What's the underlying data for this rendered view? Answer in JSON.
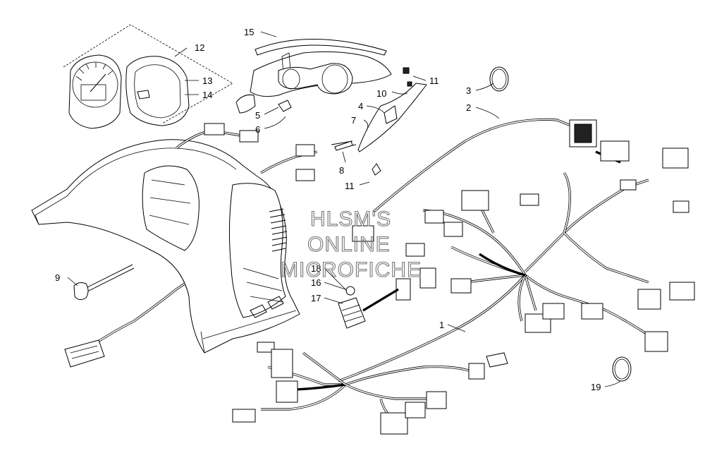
{
  "diagram": {
    "callouts": {
      "c1": "1",
      "c2": "2",
      "c3": "3",
      "c4": "4",
      "c5": "5",
      "c6": "6",
      "c7": "7",
      "c8": "8",
      "c9": "9",
      "c10": "10",
      "c11a": "11",
      "c11b": "11",
      "c12": "12",
      "c13": "13",
      "c14": "14",
      "c15": "15",
      "c16": "16",
      "c17": "17",
      "c18": "18",
      "c19": "19"
    },
    "watermark": {
      "line1": "HLSM'S",
      "line2": "ONLINE",
      "line3": "MICROFICHE"
    }
  }
}
